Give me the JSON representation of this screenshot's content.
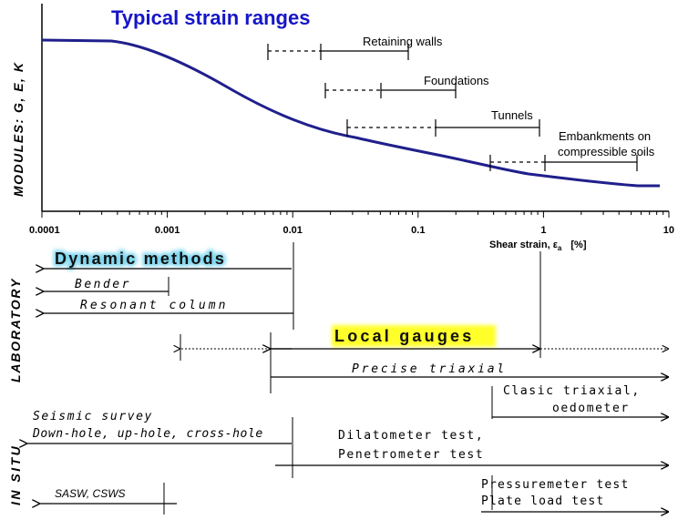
{
  "title": "Typical strain ranges",
  "y_axis_label": "MODULES: G, E, K",
  "x_axis": {
    "tick_labels": [
      "0.0001",
      "0.001",
      "0.01",
      "0.1",
      "1",
      "10"
    ],
    "label_main": "Shear strain, ε",
    "label_sub": "a",
    "label_unit": "[%]",
    "scale": "log"
  },
  "structures": [
    {
      "label": "Retaining walls",
      "dashed_from": 0.0065,
      "solid_from": 0.017,
      "solid_to": 0.09
    },
    {
      "label": "Foundations",
      "dashed_from": 0.018,
      "solid_from": 0.053,
      "solid_to": 0.21
    },
    {
      "label": "Tunnels",
      "dashed_from": 0.028,
      "solid_from": 0.145,
      "solid_to": 1.0
    },
    {
      "label_line1": "Embankments on",
      "label_line2": "compressible soils",
      "dashed_from": 0.38,
      "solid_from": 1.1,
      "solid_to": 6.0
    }
  ],
  "section_labels": {
    "laboratory": "LABORATORY",
    "in_situ": "IN SITU"
  },
  "laboratory": {
    "dynamic_methods": "Dynamic methods",
    "bender": "Bender",
    "resonant_column": "Resonant column",
    "local_gauges": "Local gauges",
    "precise_triaxial": "Precise triaxial",
    "clasic_triaxial_line1": "Clasic triaxial,",
    "clasic_triaxial_line2": "oedometer"
  },
  "in_situ": {
    "seismic_survey": "Seismic survey",
    "down_hole": "Down-hole, up-hole, cross-hole",
    "dilatometer": "Dilatometer test,",
    "penetrometer": "Penetrometer test",
    "sasw": "SASW, CSWS",
    "pressuremeter": "Pressuremeter test",
    "plate_load": "Plate load test"
  },
  "colors": {
    "title": "#1515c8",
    "curve": "#1f1f8c",
    "highlight_glow": "#7fd7f0",
    "local_gauges_glow": "#ffff2a"
  }
}
